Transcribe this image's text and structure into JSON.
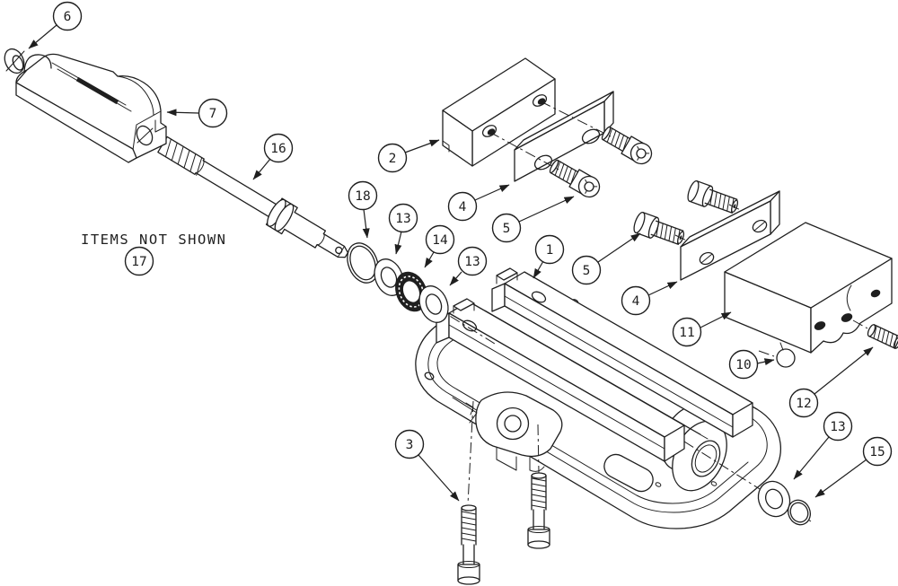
{
  "drawing": {
    "background_color": "#ffffff",
    "ink_color": "#1f1f1f",
    "note": "ITEMS NOT SHOWN",
    "callouts": [
      {
        "label": "6"
      },
      {
        "label": "7"
      },
      {
        "label": "16"
      },
      {
        "label": "2"
      },
      {
        "label": "18"
      },
      {
        "label": "13"
      },
      {
        "label": "14"
      },
      {
        "label": "13"
      },
      {
        "label": "4"
      },
      {
        "label": "5"
      },
      {
        "label": "1"
      },
      {
        "label": "5"
      },
      {
        "label": "4"
      },
      {
        "label": "11"
      },
      {
        "label": "10"
      },
      {
        "label": "12"
      },
      {
        "label": "13"
      },
      {
        "label": "15"
      },
      {
        "label": "3"
      },
      {
        "label": "17"
      }
    ]
  }
}
